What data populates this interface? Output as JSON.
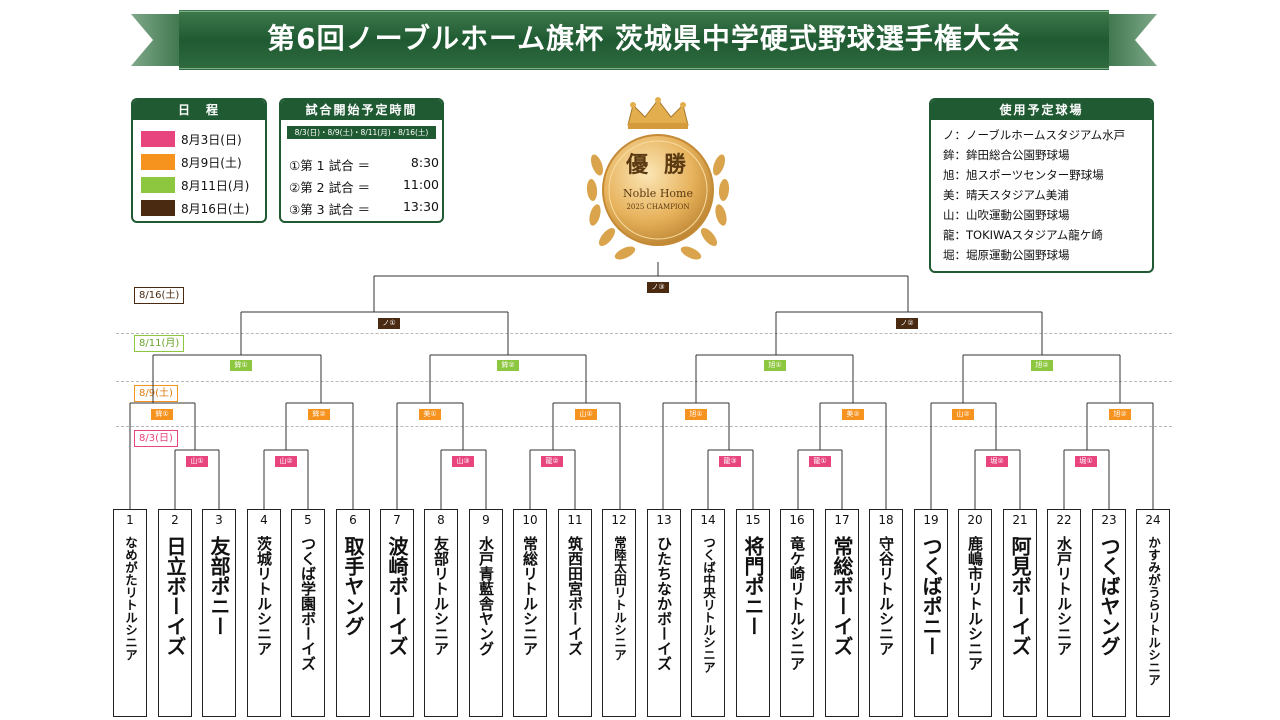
{
  "title": "第6回ノーブルホーム旗杯 茨城県中学硬式野球選手権大会",
  "schedule": {
    "heading": "日　程",
    "items": [
      {
        "label": "8月3日(日)",
        "color": "#e8457f"
      },
      {
        "label": "8月9日(土)",
        "color": "#f6921e"
      },
      {
        "label": "8月11日(月)",
        "color": "#8dc63f"
      },
      {
        "label": "8月16日(土)",
        "color": "#4a2b12"
      }
    ]
  },
  "start_times": {
    "heading": "試合開始予定時間",
    "dates": "8/3(日)・8/9(土)・8/11(月)・8/16(土)",
    "rows": [
      {
        "label": "①第 1 試合 ＝",
        "time": "8:30"
      },
      {
        "label": "②第 2 試合 ＝",
        "time": "11:00"
      },
      {
        "label": "③第 3 試合 ＝",
        "time": "13:30"
      }
    ]
  },
  "venues": {
    "heading": "使用予定球場",
    "items": [
      "ノ：ノーブルホームスタジアム水戸",
      "鉾：鉾田総合公園野球場",
      "旭：旭スポーツセンター野球場",
      "美：晴天スタジアム美浦",
      "山：山吹運動公園野球場",
      "龍：TOKIWAスタジアム龍ケ崎",
      "堀：堀原運動公園野球場"
    ]
  },
  "champion": {
    "kanji": "優 勝",
    "line1": "Noble Home",
    "line2": "2025 CHAMPION"
  },
  "round_dates": [
    {
      "label": "8/16(土)",
      "color": "#4a2b12"
    },
    {
      "label": "8/11(月)",
      "color": "#8dc63f"
    },
    {
      "label": "8/9(土)",
      "color": "#f6921e"
    },
    {
      "label": "8/3(日)",
      "color": "#e8457f"
    }
  ],
  "matches": {
    "final": "ノ③",
    "semi": [
      "ノ①",
      "ノ②"
    ],
    "qf": [
      "鉾①",
      "鉾②",
      "旭①",
      "旭②"
    ],
    "r2": [
      "鉾①",
      "鉾②",
      "美①",
      "山①",
      "旭①",
      "美②",
      "山②",
      "旭②"
    ],
    "r1": [
      "山①",
      "山②",
      "山③",
      "龍②",
      "龍③",
      "龍①",
      "堀②",
      "堀①"
    ]
  },
  "teams": [
    {
      "num": "1",
      "name": "なめがたリトルシニア"
    },
    {
      "num": "2",
      "name": "日立ボーイズ"
    },
    {
      "num": "3",
      "name": "友部ポニー"
    },
    {
      "num": "4",
      "name": "茨城リトルシニア"
    },
    {
      "num": "5",
      "name": "つくば学園ボーイズ"
    },
    {
      "num": "6",
      "name": "取手ヤング"
    },
    {
      "num": "7",
      "name": "波崎ボーイズ"
    },
    {
      "num": "8",
      "name": "友部リトルシニア"
    },
    {
      "num": "9",
      "name": "水戸青藍舎ヤング"
    },
    {
      "num": "10",
      "name": "常総リトルシニア"
    },
    {
      "num": "11",
      "name": "筑西田宮ボーイズ"
    },
    {
      "num": "12",
      "name": "常陸太田リトルシニア"
    },
    {
      "num": "13",
      "name": "ひたちなかボーイズ"
    },
    {
      "num": "14",
      "name": "つくば中央リトルシニア"
    },
    {
      "num": "15",
      "name": "将門ポニー"
    },
    {
      "num": "16",
      "name": "竜ケ崎リトルシニア"
    },
    {
      "num": "17",
      "name": "常総ボーイズ"
    },
    {
      "num": "18",
      "name": "守谷リトルシニア"
    },
    {
      "num": "19",
      "name": "つくばポニー"
    },
    {
      "num": "20",
      "name": "鹿嶋市リトルシニア"
    },
    {
      "num": "21",
      "name": "阿見ボーイズ"
    },
    {
      "num": "22",
      "name": "水戸リトルシニア"
    },
    {
      "num": "23",
      "name": "つくばヤング"
    },
    {
      "num": "24",
      "name": "かすみがうらリトルシニア"
    }
  ]
}
